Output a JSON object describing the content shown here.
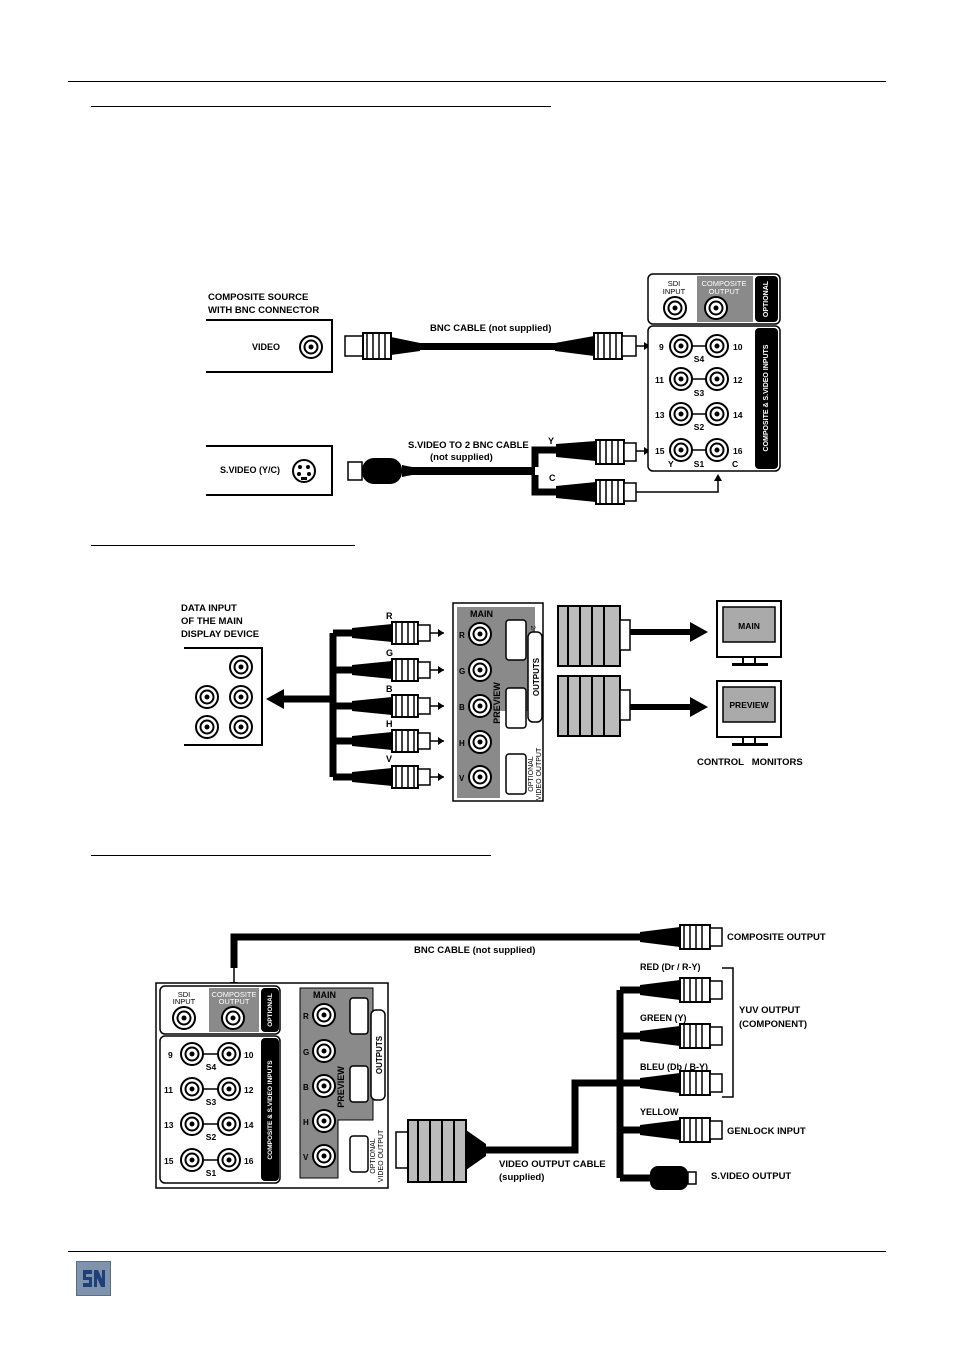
{
  "diagram1": {
    "source_title_line1": "COMPOSITE SOURCE",
    "source_title_line2": "WITH BNC CONNECTOR",
    "video_label": "VIDEO",
    "bnc_cable": "BNC CABLE (not supplied)",
    "svideo_label": "S.VIDEO (Y/C)",
    "svideo_cable_line1": "S.VIDEO TO 2 BNC CABLE",
    "svideo_cable_line2": "(not supplied)",
    "y_label": "Y",
    "c_label": "C"
  },
  "panel": {
    "sdi_input_line1": "SDI",
    "sdi_input_line2": "INPUT",
    "composite_output_line1": "COMPOSITE",
    "composite_output_line2": "OUTPUT",
    "optional": "OPTIONAL",
    "inputs_label": "COMPOSITE & S.VIDEO INPUTS",
    "n9": "9",
    "n10": "10",
    "n11": "11",
    "n12": "12",
    "n13": "13",
    "n14": "14",
    "n15": "15",
    "n16": "16",
    "s1": "S1",
    "s2": "S2",
    "s3": "S3",
    "s4": "S4",
    "y": "Y",
    "c": "C"
  },
  "diagram2": {
    "data_input_line1": "DATA INPUT",
    "data_input_line2": "OF THE MAIN",
    "data_input_line3": "DISPLAY DEVICE",
    "r": "R",
    "g": "G",
    "b": "B",
    "h": "H",
    "v": "V",
    "main": "MAIN",
    "second_main": "2nd MAIN",
    "preview": "PREVIEW",
    "outputs": "OUTPUTS",
    "optional_video_output_line1": "OPTIONAL",
    "optional_video_output_line2": "VIDEO OUTPUT",
    "monitor_main": "MAIN",
    "monitor_preview": "PREVIEW",
    "control_monitors": "CONTROL   MONITORS"
  },
  "diagram3": {
    "composite_output": "COMPOSITE OUTPUT",
    "bnc_cable": "BNC CABLE (not supplied)",
    "red": "RED (Dr / R-Y)",
    "green": "GREEN (Y)",
    "bleu": "BLEU (Db / B-Y)",
    "yellow": "YELLOW",
    "yuv_output_line1": "YUV OUTPUT",
    "yuv_output_line2": "(COMPONENT)",
    "genlock_input": "GENLOCK INPUT",
    "svideo_output": "S.VIDEO OUTPUT",
    "video_output_cable_line1": "VIDEO OUTPUT CABLE",
    "video_output_cable_line2": "(supplied)"
  }
}
